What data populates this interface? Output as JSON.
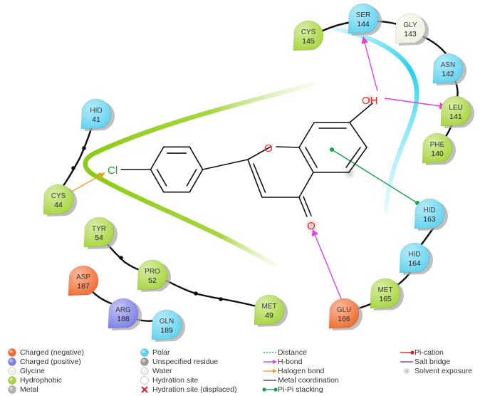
{
  "ligand": {
    "atoms": {
      "oh": "OH",
      "ring_o": "O",
      "carbonyl_o": "O",
      "cl": "Cl"
    }
  },
  "residues": [
    {
      "id": "ser144",
      "name": "SER",
      "num": "144",
      "type": "polar"
    },
    {
      "id": "gly143",
      "name": "GLY",
      "num": "143",
      "type": "glycine"
    },
    {
      "id": "cys145",
      "name": "CYS",
      "num": "145",
      "type": "hydrophobic"
    },
    {
      "id": "asn142",
      "name": "ASN",
      "num": "142",
      "type": "polar"
    },
    {
      "id": "leu141",
      "name": "LEU",
      "num": "141",
      "type": "hydrophobic"
    },
    {
      "id": "phe140",
      "name": "PHE",
      "num": "140",
      "type": "hydrophobic"
    },
    {
      "id": "hid41",
      "name": "HID",
      "num": "41",
      "type": "polar"
    },
    {
      "id": "cys44",
      "name": "CYS",
      "num": "44",
      "type": "hydrophobic"
    },
    {
      "id": "hid163",
      "name": "HID",
      "num": "163",
      "type": "polar"
    },
    {
      "id": "hid164",
      "name": "HID",
      "num": "164",
      "type": "polar"
    },
    {
      "id": "met165",
      "name": "MET",
      "num": "165",
      "type": "hydrophobic"
    },
    {
      "id": "glu166",
      "name": "GLU",
      "num": "166",
      "type": "negative"
    },
    {
      "id": "tyr54",
      "name": "TYR",
      "num": "54",
      "type": "hydrophobic"
    },
    {
      "id": "pro52",
      "name": "PRO",
      "num": "52",
      "type": "hydrophobic"
    },
    {
      "id": "asp187",
      "name": "ASP",
      "num": "187",
      "type": "negative"
    },
    {
      "id": "arg188",
      "name": "ARG",
      "num": "188",
      "type": "positive"
    },
    {
      "id": "gln189",
      "name": "GLN",
      "num": "189",
      "type": "polar"
    },
    {
      "id": "met49",
      "name": "MET",
      "num": "49",
      "type": "hydrophobic"
    }
  ],
  "colors": {
    "negative": "#f26a2e",
    "positive": "#7b7fe6",
    "glycine": "#f1f1e2",
    "hydrophobic": "#a7d63d",
    "metal": "#b3b3b3",
    "polar": "#5fd3f0",
    "unspecified": "#9a9a9a",
    "water": "#eeeeee",
    "hbond": "#e040e0",
    "halogen": "#f0a020",
    "pipi": "#1aa14a",
    "pocket_polar": "#1fd0ee",
    "pocket_hydrophobic": "#8ccc14"
  },
  "legend": {
    "col1": [
      {
        "label": "Charged (negative)",
        "sym": "negative"
      },
      {
        "label": "Charged (positive)",
        "sym": "positive"
      },
      {
        "label": "Glycine",
        "sym": "glycine"
      },
      {
        "label": "Hydrophobic",
        "sym": "hydrophobic"
      },
      {
        "label": "Metal",
        "sym": "metal"
      }
    ],
    "col2": [
      {
        "label": "Polar",
        "sym": "polar"
      },
      {
        "label": "Unspecified residue",
        "sym": "unspecified"
      },
      {
        "label": "Water",
        "sym": "water"
      },
      {
        "label": "Hydration site",
        "sym": "hydration"
      },
      {
        "label": "Hydration site (displaced)",
        "sym": "hydration-displaced"
      }
    ],
    "col3": [
      {
        "label": "Distance",
        "sym": "distance"
      },
      {
        "label": "H-bond",
        "sym": "hbond"
      },
      {
        "label": "Halogen bond",
        "sym": "halogen"
      },
      {
        "label": "Metal coordination",
        "sym": "metal-coord"
      },
      {
        "label": "Pi-Pi stacking",
        "sym": "pipi"
      }
    ],
    "col4": [
      {
        "label": "Pi-cation",
        "sym": "pication"
      },
      {
        "label": "Salt bridge",
        "sym": "saltbridge"
      },
      {
        "label": "Solvent exposure",
        "sym": "solvent"
      }
    ]
  }
}
